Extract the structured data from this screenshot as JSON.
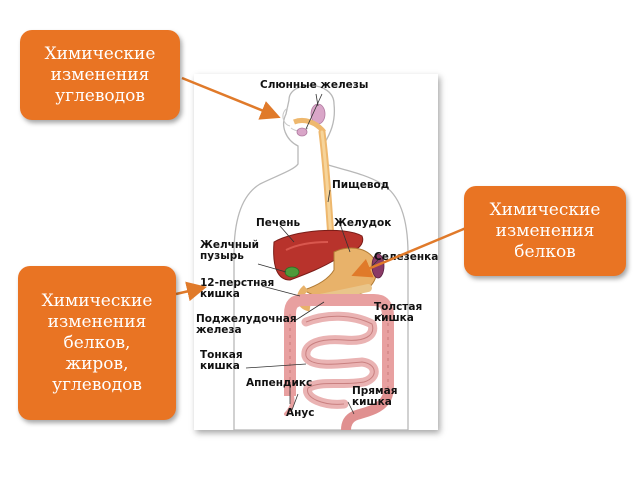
{
  "callouts": {
    "carbs": "Химические\nизменения\nуглеводов",
    "proteins": "Химические\nизменения\nбелков",
    "all": "Химические\nизменения\nбелков,\nжиров,\nуглеводов"
  },
  "labels": {
    "salivary": "Слюнные железы",
    "esophagus": "Пищевод",
    "liver": "Печень",
    "stomach": "Желудок",
    "gallbladder": "Желчный\nпузырь",
    "spleen": "Селезенка",
    "duodenum": "12-перстная\nкишка",
    "colon": "Толстая\nкишка",
    "pancreas": "Поджелудочная\nжелеза",
    "small_intestine": "Тонкая\nкишка",
    "appendix": "Аппендикс",
    "rectum": "Прямая\nкишка",
    "anus": "Анус"
  },
  "colors": {
    "callout": "#e97423",
    "arrow": "#e07a2a",
    "liver": "#b8332c",
    "stomach": "#e8b26a",
    "intestine": "#e8a0a0",
    "esophagus": "#eeb86e"
  }
}
